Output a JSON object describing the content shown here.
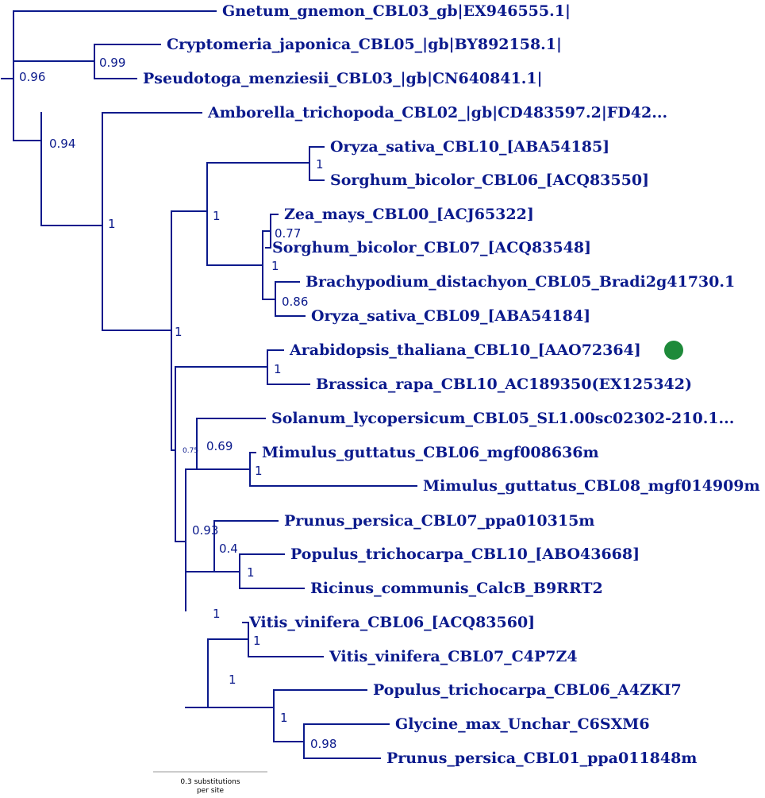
{
  "tree": {
    "taxa": [
      {
        "id": "gnetum",
        "label": "Gnetum_gnemon_CBL03_gb|EX946555.1|"
      },
      {
        "id": "cryptomeria",
        "label": "Cryptomeria_japonica_CBL05_|gb|BY892158.1|"
      },
      {
        "id": "pseudotsuga",
        "label": "Pseudotoga_menziesii_CBL03_|gb|CN640841.1|"
      },
      {
        "id": "amborella",
        "label": "Amborella_trichopoda_CBL02_|gb|CD483597.2|FD42..."
      },
      {
        "id": "oryza10",
        "label": "Oryza_sativa_CBL10_[ABA54185]"
      },
      {
        "id": "sorghum06",
        "label": "Sorghum_bicolor_CBL06_[ACQ83550]"
      },
      {
        "id": "zea00",
        "label": "Zea_mays_CBL00_[ACJ65322]"
      },
      {
        "id": "sorghum07",
        "label": "Sorghum_bicolor_CBL07_[ACQ83548]"
      },
      {
        "id": "brachy05",
        "label": "Brachypodium_distachyon_CBL05_Bradi2g41730.1"
      },
      {
        "id": "oryza09",
        "label": "Oryza_sativa_CBL09_[ABA54184]"
      },
      {
        "id": "arabidopsis10",
        "label": "Arabidopsis_thaliana_CBL10_[AAO72364]",
        "highlight": true
      },
      {
        "id": "brassica10",
        "label": "Brassica_rapa_CBL10_AC189350(EX125342)"
      },
      {
        "id": "solanum05",
        "label": "Solanum_lycopersicum_CBL05_SL1.00sc02302-210.1..."
      },
      {
        "id": "mimulus06",
        "label": "Mimulus_guttatus_CBL06_mgf008636m"
      },
      {
        "id": "mimulus08",
        "label": "Mimulus_guttatus_CBL08_mgf014909m"
      },
      {
        "id": "prunus07",
        "label": "Prunus_persica_CBL07_ppa010315m"
      },
      {
        "id": "populus10",
        "label": "Populus_trichocarpa_CBL10_[ABO43668]"
      },
      {
        "id": "ricinus",
        "label": "Ricinus_communis_CalcB_B9RRT2"
      },
      {
        "id": "vitis06",
        "label": "Vitis_vinifera_CBL06_[ACQ83560]"
      },
      {
        "id": "vitis07",
        "label": "Vitis_vinifera_CBL07_C4P7Z4"
      },
      {
        "id": "populus06",
        "label": "Populus_trichocarpa_CBL06_A4ZKI7"
      },
      {
        "id": "glycine",
        "label": "Glycine_max_Unchar_C6SXM6"
      },
      {
        "id": "prunus01",
        "label": "Prunus_persica_CBL01_ppa011848m"
      }
    ],
    "support_values": [
      {
        "node": "seed-plants",
        "value": "0.96"
      },
      {
        "node": "conifers",
        "value": "0.99"
      },
      {
        "node": "angiosperms-plus",
        "value": "0.94"
      },
      {
        "node": "angiosperms",
        "value": "1"
      },
      {
        "node": "oryza-sorghum",
        "value": "1"
      },
      {
        "node": "monocots",
        "value": "1"
      },
      {
        "node": "zea-sorghum",
        "value": "0.77"
      },
      {
        "node": "grasses-inner",
        "value": "1"
      },
      {
        "node": "brachy-oryza",
        "value": "0.86"
      },
      {
        "node": "monocot-eudicot",
        "value": "1"
      },
      {
        "node": "brassicaceae",
        "value": "1"
      },
      {
        "node": "lamiids-group",
        "value": "0.75"
      },
      {
        "node": "solanum-mimulus",
        "value": "0.69"
      },
      {
        "node": "mimulus",
        "value": "1"
      },
      {
        "node": "rosids-a",
        "value": "0.93"
      },
      {
        "node": "populus-ricinus-outer",
        "value": "0.4"
      },
      {
        "node": "populus-ricinus",
        "value": "1"
      },
      {
        "node": "rosids",
        "value": "1"
      },
      {
        "node": "vitis",
        "value": "1"
      },
      {
        "node": "vitis-rest",
        "value": "1"
      },
      {
        "node": "populus-glycine-prunus",
        "value": "1"
      },
      {
        "node": "glycine-prunus",
        "value": "0.98"
      }
    ],
    "scale_bar": {
      "label_line1": "0.3 substitutions",
      "label_line2": "per site"
    },
    "colors": {
      "branch": "#0b1a8c",
      "marker": "#1e8a3a"
    }
  }
}
